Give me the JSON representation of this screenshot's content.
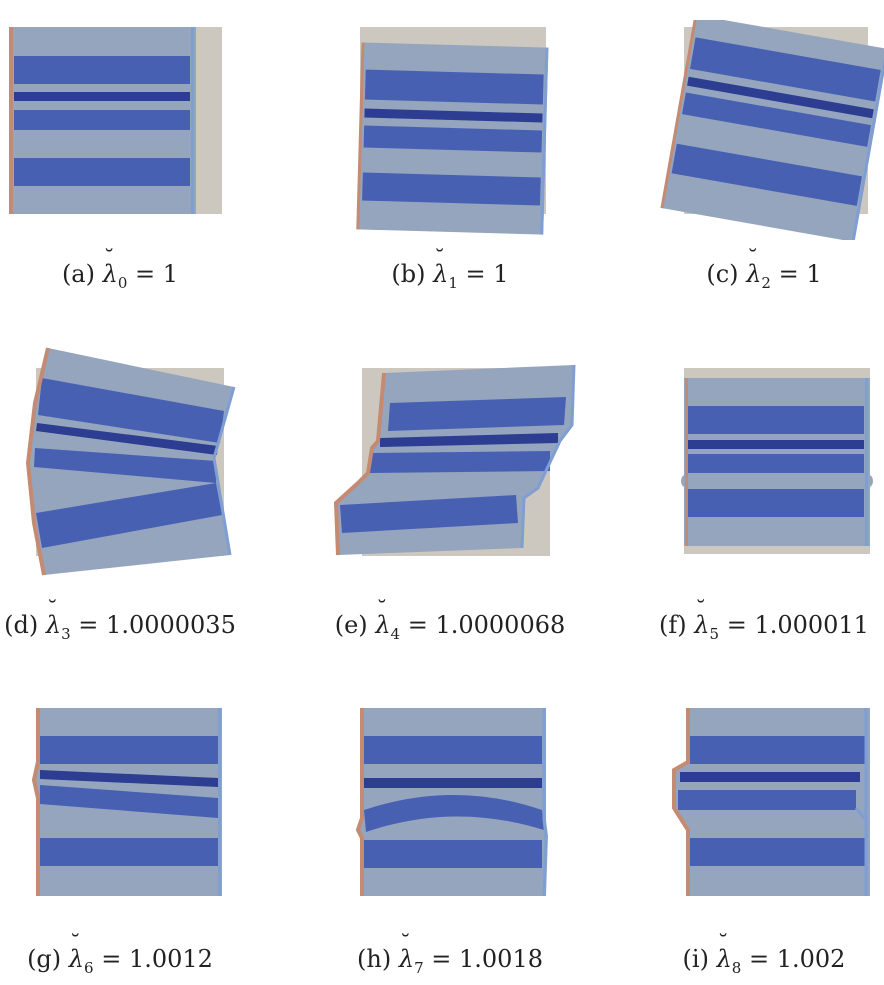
{
  "colors": {
    "reference_box": "#cdc8bf",
    "matrix": "#95a5be",
    "fiber": "#4760b2",
    "thin_fiber": "#2c3d92",
    "left_edge": "#c48a72",
    "right_edge": "#7f9fd3"
  },
  "panels": [
    {
      "label": "(a)",
      "symbol": "λ",
      "index": "0",
      "equals": "=",
      "value": "1"
    },
    {
      "label": "(b)",
      "symbol": "λ",
      "index": "1",
      "equals": "=",
      "value": "1"
    },
    {
      "label": "(c)",
      "symbol": "λ",
      "index": "2",
      "equals": "=",
      "value": "1"
    },
    {
      "label": "(d)",
      "symbol": "λ",
      "index": "3",
      "equals": "=",
      "value": "1.0000035"
    },
    {
      "label": "(e)",
      "symbol": "λ",
      "index": "4",
      "equals": "=",
      "value": "1.0000068"
    },
    {
      "label": "(f)",
      "symbol": "λ",
      "index": "5",
      "equals": "=",
      "value": "1.000011"
    },
    {
      "label": "(g)",
      "symbol": "λ",
      "index": "6",
      "equals": "=",
      "value": "1.0012"
    },
    {
      "label": "(h)",
      "symbol": "λ",
      "index": "7",
      "equals": "=",
      "value": "1.0018"
    },
    {
      "label": "(i)",
      "symbol": "λ",
      "index": "8",
      "equals": "=",
      "value": "1.002"
    }
  ]
}
